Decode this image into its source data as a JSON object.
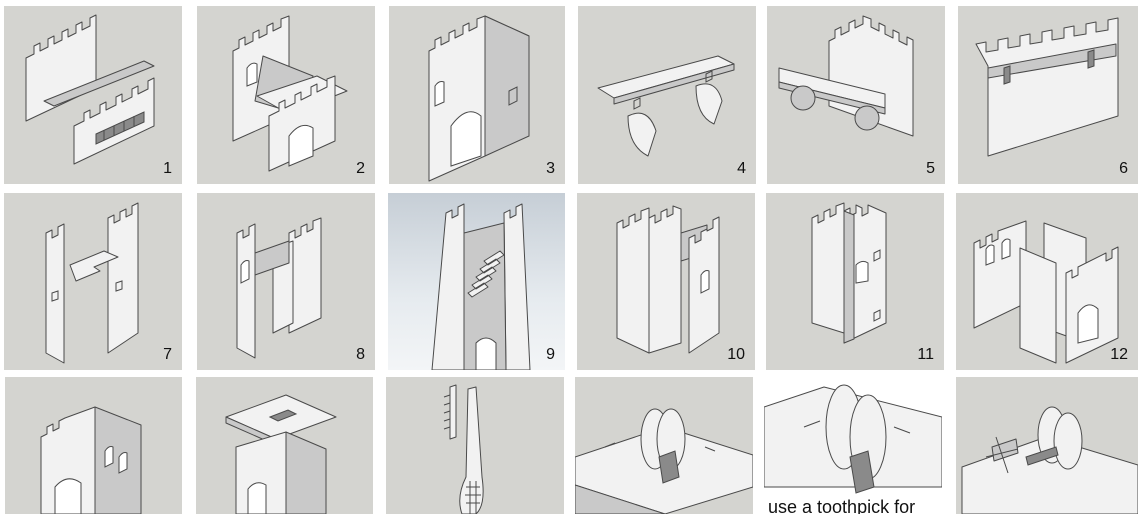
{
  "steps": [
    {
      "number": "1"
    },
    {
      "number": "2"
    },
    {
      "number": "3"
    },
    {
      "number": "4"
    },
    {
      "number": "5"
    },
    {
      "number": "6"
    },
    {
      "number": "7"
    },
    {
      "number": "8"
    },
    {
      "number": "9"
    },
    {
      "number": "10"
    },
    {
      "number": "11"
    },
    {
      "number": "12"
    },
    {
      "number": ""
    },
    {
      "number": ""
    },
    {
      "number": ""
    },
    {
      "number": ""
    },
    {
      "number": "",
      "caption": "use a toothpick for"
    },
    {
      "number": ""
    }
  ],
  "colors": {
    "tile_background": "#d4d4d0",
    "part_fill": "#f2f2f2",
    "outline": "#4a4a4a"
  }
}
